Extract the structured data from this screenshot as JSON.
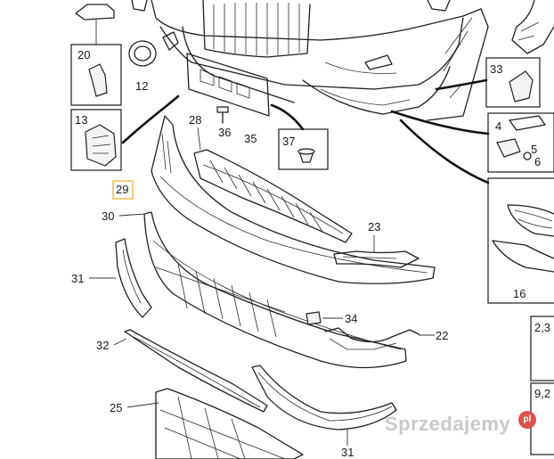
{
  "callouts": {
    "c20": "20",
    "c12": "12",
    "c13": "13",
    "c28": "28",
    "c36": "36",
    "c35": "35",
    "c37": "37",
    "c33": "33",
    "c4": "4",
    "c5": "5",
    "c6": "6",
    "c29": "29",
    "c30": "30",
    "c23": "23",
    "c16": "16",
    "c31a": "31",
    "c34": "34",
    "c22": "22",
    "c32": "32",
    "c25": "25",
    "c31b": "31",
    "c23x": "2,3",
    "c92": "9,2"
  },
  "watermark": {
    "text": "Sprzedajemy",
    "badge": "pl"
  },
  "colors": {
    "highlight": "#e8b23a",
    "line": "#1f1f1f",
    "watermark": "#c9c9c9",
    "badge": "#d9534f"
  }
}
